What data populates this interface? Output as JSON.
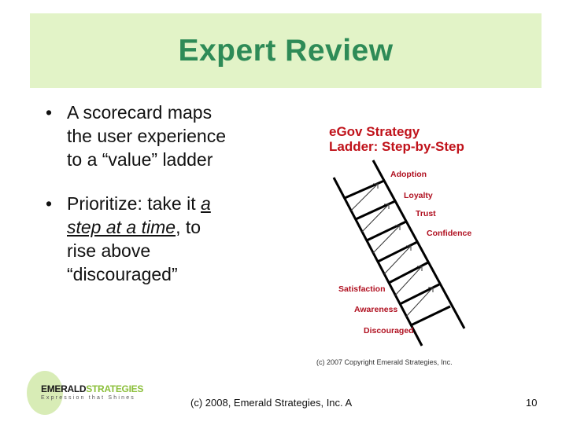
{
  "slide": {
    "title": "Expert Review",
    "bullets": [
      {
        "lines": [
          "A scorecard maps",
          "the user experience",
          "to a “value” ladder"
        ]
      },
      {
        "prefix": "Prioritize: take it ",
        "underline_a": "a",
        "underline_b": "step at a time",
        "rest": ", to",
        "line3": "rise above",
        "line4": "“discouraged”"
      }
    ],
    "bullet_glyph": "•"
  },
  "figure": {
    "title_line1": "eGov Strategy",
    "title_line2": "Ladder: Step-by-Step",
    "steps": [
      "Adoption",
      "Loyalty",
      "Trust",
      "Confidence",
      "Satisfaction",
      "Awareness",
      "Discouraged"
    ],
    "copyright": "(c) 2007 Copyright Emerald Strategies, Inc."
  },
  "logo": {
    "name_part1": "EMERALD",
    "name_part2": "STRATEGIES",
    "tagline": "Expression that Shines"
  },
  "footer": {
    "text": "(c) 2008, Emerald Strategies, Inc. A",
    "page_number": "10"
  },
  "colors": {
    "title": "#2e8b57",
    "title_band": "#e2f3c7",
    "ladder_label": "#b01020"
  }
}
